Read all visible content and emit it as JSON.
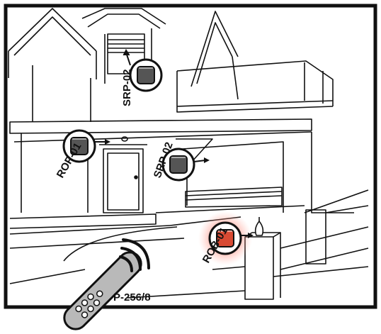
{
  "device_labels": {
    "srp02_upper": "SRP-02",
    "rop01": "ROP-01",
    "srp02_lower": "SRP-02",
    "rob01": "ROB-01",
    "remote": "P-256/8"
  },
  "colors": {
    "line": "#111111",
    "device_fill": "#555555",
    "device_highlight": "#d84a33",
    "glow": "#ff6b5a",
    "remote_body": "#b9b9b9"
  }
}
